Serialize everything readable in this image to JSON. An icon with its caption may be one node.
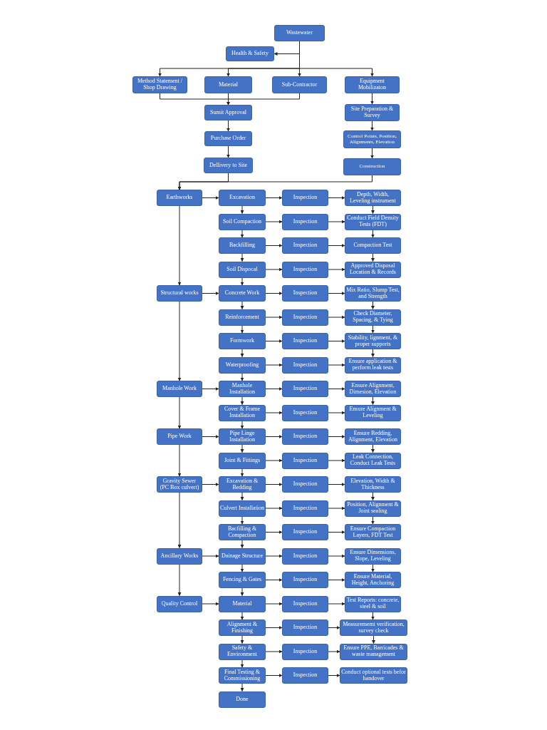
{
  "diagram": {
    "nodes": [
      {
        "text": [
          "Wastewater"
        ]
      },
      {
        "text": [
          "Health & Safety"
        ]
      },
      {
        "text": [
          "Method Statement / Shop Drawing"
        ]
      },
      {
        "text": [
          "Material"
        ]
      },
      {
        "text": [
          "Sub-Contractor"
        ]
      },
      {
        "text": [
          "Equipment Mobilizaton"
        ]
      },
      {
        "text": [
          "Sumit Approval"
        ]
      },
      {
        "text": [
          "Purchase Order"
        ]
      },
      {
        "text": [
          "Dellivery to Site"
        ]
      },
      {
        "text": [
          "Site Preparation & Survey"
        ]
      },
      {
        "text": [
          "Control Points, Position, Alignments, Elevation"
        ]
      },
      {
        "text": [
          "Construction"
        ]
      },
      {
        "text": [
          "Earthworks"
        ]
      },
      {
        "text": [
          "Excavation"
        ]
      },
      {
        "text": [
          "Inspection"
        ]
      },
      {
        "text": [
          "Depth, Width, Leveling instrument"
        ]
      },
      {
        "text": [
          "Soil Compaction"
        ]
      },
      {
        "text": [
          "Inspection"
        ]
      },
      {
        "text": [
          "Conduct Field Density Tests (FDT)"
        ]
      },
      {
        "text": [
          "Backfilling"
        ]
      },
      {
        "text": [
          "Inspection"
        ]
      },
      {
        "text": [
          "Compaction Test"
        ]
      },
      {
        "text": [
          "Soil Dispocal"
        ]
      },
      {
        "text": [
          "Inspection"
        ]
      },
      {
        "text": [
          "Approved Disposal Location & Records"
        ]
      },
      {
        "text": [
          "Structural works"
        ]
      },
      {
        "text": [
          "Concrete Work"
        ]
      },
      {
        "text": [
          "Inspection"
        ]
      },
      {
        "text": [
          "Mix Ratio, Slump Test, and Strength"
        ]
      },
      {
        "text": [
          "Reinforcement"
        ]
      },
      {
        "text": [
          "Inspection"
        ]
      },
      {
        "text": [
          "Check Diameter, Spacing, & Tying"
        ]
      },
      {
        "text": [
          "Formwork"
        ]
      },
      {
        "text": [
          "Inspection"
        ]
      },
      {
        "text": [
          "Stability, lignment, & proper supports"
        ]
      },
      {
        "text": [
          "Waterproofing"
        ]
      },
      {
        "text": [
          "Inspection"
        ]
      },
      {
        "text": [
          "Ensure application & perform leak tests"
        ]
      },
      {
        "text": [
          "Manhole Work"
        ]
      },
      {
        "text": [
          "Manhole Installation"
        ]
      },
      {
        "text": [
          "Inspection"
        ]
      },
      {
        "text": [
          "Ensure Alignment, Dimesion, Elevation"
        ]
      },
      {
        "text": [
          "Cover & Frame Installation"
        ]
      },
      {
        "text": [
          "Inspection"
        ]
      },
      {
        "text": [
          "Ensure Alignment & Leveling"
        ]
      },
      {
        "text": [
          "Pipe Work"
        ]
      },
      {
        "text": [
          "Pipe Linge Installation"
        ]
      },
      {
        "text": [
          "Inspection"
        ]
      },
      {
        "text": [
          "Ensure Bedding, Alignment, Elevation"
        ]
      },
      {
        "text": [
          "Joint & Fittings"
        ]
      },
      {
        "text": [
          "Inspection"
        ]
      },
      {
        "text": [
          "Leak Connection, Conduct Leak Tests"
        ]
      },
      {
        "text": [
          "Gravity Sewer (PC Box culvert)"
        ]
      },
      {
        "text": [
          "Excavation & Bedding"
        ]
      },
      {
        "text": [
          "Inspection"
        ]
      },
      {
        "text": [
          "Elevation, Width & Thickness"
        ]
      },
      {
        "text": [
          "Culvert Installation"
        ]
      },
      {
        "text": [
          "Inspection"
        ]
      },
      {
        "text": [
          "Position, Alignment & Joint sealing"
        ]
      },
      {
        "text": [
          "Bacfilling & Compaction"
        ]
      },
      {
        "text": [
          "Inspection"
        ]
      },
      {
        "text": [
          "Ensure Compaction Layers, FDT Test"
        ]
      },
      {
        "text": [
          "Ancillary Works"
        ]
      },
      {
        "text": [
          "Dainage Structure"
        ]
      },
      {
        "text": [
          "Inspection"
        ]
      },
      {
        "text": [
          "Ensure Dimensions, Slope, Leveling"
        ]
      },
      {
        "text": [
          "Fencing & Gates"
        ]
      },
      {
        "text": [
          "Inspection"
        ]
      },
      {
        "text": [
          "Ensure Material, Height, Anchoring"
        ]
      },
      {
        "text": [
          "Quality Control"
        ]
      },
      {
        "text": [
          "Material"
        ]
      },
      {
        "text": [
          "Inspection"
        ]
      },
      {
        "text": [
          "Test Reports: concrete, steel & soil"
        ]
      },
      {
        "text": [
          "Alignment & Finishing"
        ]
      },
      {
        "text": [
          "Inspection"
        ]
      },
      {
        "text": [
          "Measurememt verification, survey check"
        ]
      },
      {
        "text": [
          "Safety & Environment"
        ]
      },
      {
        "text": [
          "Inspection"
        ]
      },
      {
        "text": [
          "Ensure PPE, Barricades & waste management"
        ]
      },
      {
        "text": [
          "Final Testing & Commissioning"
        ]
      },
      {
        "text": [
          "Inspection"
        ]
      },
      {
        "text": [
          "Conduct optional tests befor handover"
        ]
      },
      {
        "text": [
          "Done"
        ]
      }
    ],
    "edges": [
      {
        "from": 0,
        "to": 1,
        "arrow": "to"
      },
      {
        "from": 0,
        "to": 2,
        "arrow": "to"
      },
      {
        "from": 0,
        "to": 3,
        "arrow": "to"
      },
      {
        "from": 0,
        "to": 4,
        "arrow": "to"
      },
      {
        "from": 0,
        "to": 5,
        "arrow": "to"
      },
      {
        "from": 2,
        "to": 6,
        "arrow": "to"
      },
      {
        "from": 3,
        "to": 6,
        "arrow": "to"
      },
      {
        "from": 4,
        "to": 6,
        "arrow": "to"
      },
      {
        "from": 6,
        "to": 7,
        "arrow": "to"
      },
      {
        "from": 7,
        "to": 8,
        "arrow": "to"
      },
      {
        "from": 5,
        "to": 9,
        "arrow": "to"
      },
      {
        "from": 9,
        "to": 10,
        "arrow": "to"
      },
      {
        "from": 10,
        "to": 11,
        "arrow": "to"
      },
      {
        "from": 8,
        "to": 12,
        "arrow": "to"
      },
      {
        "from": 11,
        "to": 12,
        "arrow": "to"
      },
      {
        "from": 12,
        "to": 25,
        "arrow": "to"
      },
      {
        "from": 25,
        "to": 38,
        "arrow": "to"
      },
      {
        "from": 38,
        "to": 45,
        "arrow": "to"
      },
      {
        "from": 45,
        "to": 52,
        "arrow": "to"
      },
      {
        "from": 52,
        "to": 62,
        "arrow": "to"
      },
      {
        "from": 62,
        "to": 69,
        "arrow": "to"
      },
      {
        "from": 12,
        "to": 13,
        "arrow": "to"
      },
      {
        "from": 25,
        "to": 26,
        "arrow": "to"
      },
      {
        "from": 38,
        "to": 39,
        "arrow": "to"
      },
      {
        "from": 45,
        "to": 46,
        "arrow": "to"
      },
      {
        "from": 52,
        "to": 53,
        "arrow": "to"
      },
      {
        "from": 62,
        "to": 63,
        "arrow": "to"
      },
      {
        "from": 69,
        "to": 70,
        "arrow": "to"
      },
      {
        "from": 13,
        "to": 16,
        "arrow": "to"
      },
      {
        "from": 16,
        "to": 19,
        "arrow": "to"
      },
      {
        "from": 19,
        "to": 22,
        "arrow": "to"
      },
      {
        "from": 22,
        "to": 26,
        "arrow": "to"
      },
      {
        "from": 26,
        "to": 29,
        "arrow": "to"
      },
      {
        "from": 29,
        "to": 32,
        "arrow": "to"
      },
      {
        "from": 32,
        "to": 35,
        "arrow": "to"
      },
      {
        "from": 35,
        "to": 39,
        "arrow": "to"
      },
      {
        "from": 39,
        "to": 42,
        "arrow": "to"
      },
      {
        "from": 42,
        "to": 46,
        "arrow": "to"
      },
      {
        "from": 46,
        "to": 49,
        "arrow": "to"
      },
      {
        "from": 49,
        "to": 53,
        "arrow": "to"
      },
      {
        "from": 53,
        "to": 56,
        "arrow": "to"
      },
      {
        "from": 56,
        "to": 59,
        "arrow": "to"
      },
      {
        "from": 59,
        "to": 63,
        "arrow": "to"
      },
      {
        "from": 63,
        "to": 66,
        "arrow": "to"
      },
      {
        "from": 66,
        "to": 70,
        "arrow": "to"
      },
      {
        "from": 70,
        "to": 73,
        "arrow": "to"
      },
      {
        "from": 73,
        "to": 76,
        "arrow": "to"
      },
      {
        "from": 76,
        "to": 79,
        "arrow": "to"
      },
      {
        "from": 79,
        "to": 82,
        "arrow": "to"
      },
      {
        "from": 13,
        "to": 14,
        "arrow": "to"
      },
      {
        "from": 14,
        "to": 15,
        "arrow": "to"
      },
      {
        "from": 16,
        "to": 17,
        "arrow": "to"
      },
      {
        "from": 17,
        "to": 18,
        "arrow": "to"
      },
      {
        "from": 19,
        "to": 20,
        "arrow": "to"
      },
      {
        "from": 20,
        "to": 21,
        "arrow": "to"
      },
      {
        "from": 22,
        "to": 23,
        "arrow": "to"
      },
      {
        "from": 23,
        "to": 24,
        "arrow": "to"
      },
      {
        "from": 26,
        "to": 27,
        "arrow": "to"
      },
      {
        "from": 27,
        "to": 28,
        "arrow": "to"
      },
      {
        "from": 29,
        "to": 30,
        "arrow": "to"
      },
      {
        "from": 30,
        "to": 31,
        "arrow": "to"
      },
      {
        "from": 32,
        "to": 33,
        "arrow": "to"
      },
      {
        "from": 33,
        "to": 34,
        "arrow": "to"
      },
      {
        "from": 35,
        "to": 36,
        "arrow": "to"
      },
      {
        "from": 36,
        "to": 37,
        "arrow": "to"
      },
      {
        "from": 39,
        "to": 40,
        "arrow": "to"
      },
      {
        "from": 40,
        "to": 41,
        "arrow": "to"
      },
      {
        "from": 42,
        "to": 43,
        "arrow": "to"
      },
      {
        "from": 43,
        "to": 44,
        "arrow": "to"
      },
      {
        "from": 46,
        "to": 47,
        "arrow": "to"
      },
      {
        "from": 47,
        "to": 48,
        "arrow": "to"
      },
      {
        "from": 49,
        "to": 50,
        "arrow": "to"
      },
      {
        "from": 50,
        "to": 51,
        "arrow": "to"
      },
      {
        "from": 53,
        "to": 54,
        "arrow": "to"
      },
      {
        "from": 54,
        "to": 55,
        "arrow": "to"
      },
      {
        "from": 56,
        "to": 57,
        "arrow": "to"
      },
      {
        "from": 57,
        "to": 58,
        "arrow": "to"
      },
      {
        "from": 59,
        "to": 60,
        "arrow": "to"
      },
      {
        "from": 60,
        "to": 61,
        "arrow": "to"
      },
      {
        "from": 63,
        "to": 64,
        "arrow": "to"
      },
      {
        "from": 64,
        "to": 65,
        "arrow": "to"
      },
      {
        "from": 66,
        "to": 67,
        "arrow": "to"
      },
      {
        "from": 67,
        "to": 68,
        "arrow": "to"
      },
      {
        "from": 70,
        "to": 71,
        "arrow": "to"
      },
      {
        "from": 71,
        "to": 72,
        "arrow": "to"
      },
      {
        "from": 73,
        "to": 74,
        "arrow": "to"
      },
      {
        "from": 74,
        "to": 75,
        "arrow": "to"
      },
      {
        "from": 76,
        "to": 77,
        "arrow": "to"
      },
      {
        "from": 77,
        "to": 78,
        "arrow": "to"
      },
      {
        "from": 79,
        "to": 80,
        "arrow": "to"
      },
      {
        "from": 80,
        "to": 81,
        "arrow": "to"
      },
      {
        "from": 15,
        "to": 18,
        "arrow": "to"
      },
      {
        "from": 18,
        "to": 21,
        "arrow": "to"
      },
      {
        "from": 21,
        "to": 24,
        "arrow": "to"
      },
      {
        "from": 28,
        "to": 31,
        "arrow": "to"
      },
      {
        "from": 31,
        "to": 34,
        "arrow": "to"
      },
      {
        "from": 34,
        "to": 37,
        "arrow": "to"
      },
      {
        "from": 41,
        "to": 44,
        "arrow": "to"
      },
      {
        "from": 48,
        "to": 51,
        "arrow": "to"
      },
      {
        "from": 55,
        "to": 58,
        "arrow": "to"
      },
      {
        "from": 58,
        "to": 61,
        "arrow": "to"
      },
      {
        "from": 65,
        "to": 68,
        "arrow": "to"
      },
      {
        "from": 72,
        "to": 75,
        "arrow": "to"
      },
      {
        "from": 75,
        "to": 78,
        "arrow": "to"
      }
    ]
  }
}
